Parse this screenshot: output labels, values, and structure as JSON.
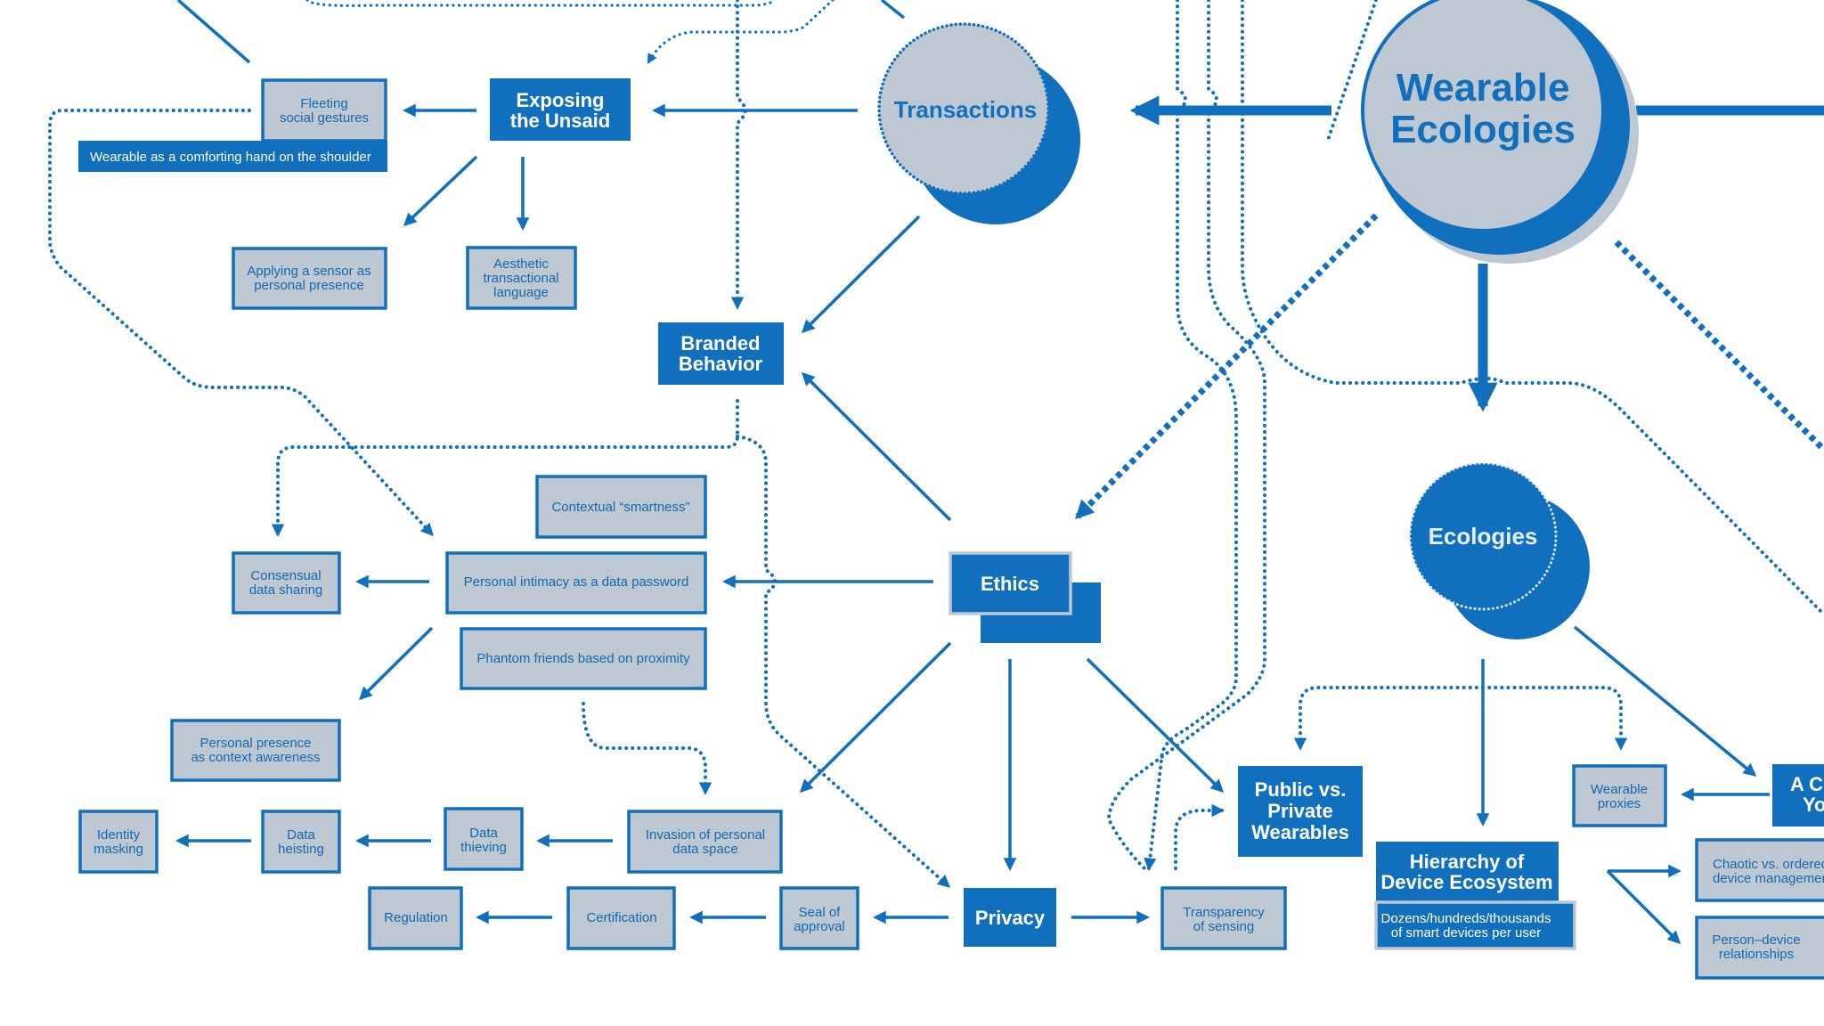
{
  "colors": {
    "accent": "#1070bd",
    "fill_light": "#bdc8d3",
    "background": "#ffffff"
  },
  "circles": {
    "wearable_ecologies": [
      "Wearable",
      "Ecologies"
    ],
    "transactions": "Transactions",
    "ecologies": "Ecologies"
  },
  "boxes": {
    "fleeting": [
      "Fleeting",
      "social gestures"
    ],
    "comforting_strip": "Wearable as a comforting hand on the shoulder",
    "exposing": [
      "Exposing",
      "the Unsaid"
    ],
    "applying": [
      "Applying a sensor as",
      "personal presence"
    ],
    "aesthetic": [
      "Aesthetic",
      "transactional",
      "language"
    ],
    "branded": [
      "Branded",
      "Behavior"
    ],
    "contextual": "Contextual “smartness”",
    "consensual": [
      "Consensual",
      "data sharing"
    ],
    "intimacy": "Personal intimacy as a data password",
    "phantom": "Phantom friends based on proximity",
    "ethics": "Ethics",
    "personal_presence": [
      "Personal presence",
      "as context awareness"
    ],
    "identity": [
      "Identity",
      "masking"
    ],
    "heisting": [
      "Data",
      "heisting"
    ],
    "thieving": [
      "Data",
      "thieving"
    ],
    "invasion": [
      "Invasion of personal",
      "data space"
    ],
    "regulation": "Regulation",
    "certification": "Certification",
    "seal": [
      "Seal of",
      "approval"
    ],
    "privacy": "Privacy",
    "transparency": [
      "Transparency",
      "of sensing"
    ],
    "public_private": [
      "Public vs.",
      "Private",
      "Wearables"
    ],
    "hierarchy": [
      "Hierarchy of",
      "Device Ecosystem"
    ],
    "dozens": [
      "Dozens/hundreds/thousands",
      "of smart devices per user"
    ],
    "wearable_proxies": [
      "Wearable",
      "proxies"
    ],
    "chaotic": [
      "Chaotic vs. ordered",
      "device management"
    ],
    "person_device": [
      "Person–device",
      "relationships"
    ],
    "cut_box": [
      "A C",
      "Yo"
    ]
  }
}
